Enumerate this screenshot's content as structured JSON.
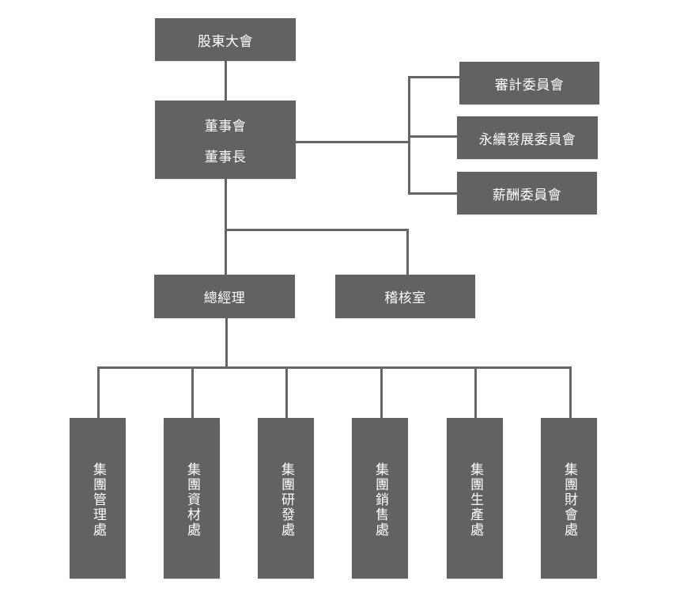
{
  "org_chart": {
    "shareholders": "股東大會",
    "board": {
      "line1": "董事會",
      "line2": "董事長"
    },
    "committees": [
      "審計委員會",
      "永續發展委員會",
      "薪酬委員會"
    ],
    "general_manager": "總經理",
    "audit_office": "稽核室",
    "departments": [
      "集團管理處",
      "集團資材處",
      "集團研發處",
      "集團銷售處",
      "集團生產處",
      "集團財會處"
    ]
  },
  "colors": {
    "box": "#626262",
    "line": "#666666",
    "text": "#ffffff"
  }
}
